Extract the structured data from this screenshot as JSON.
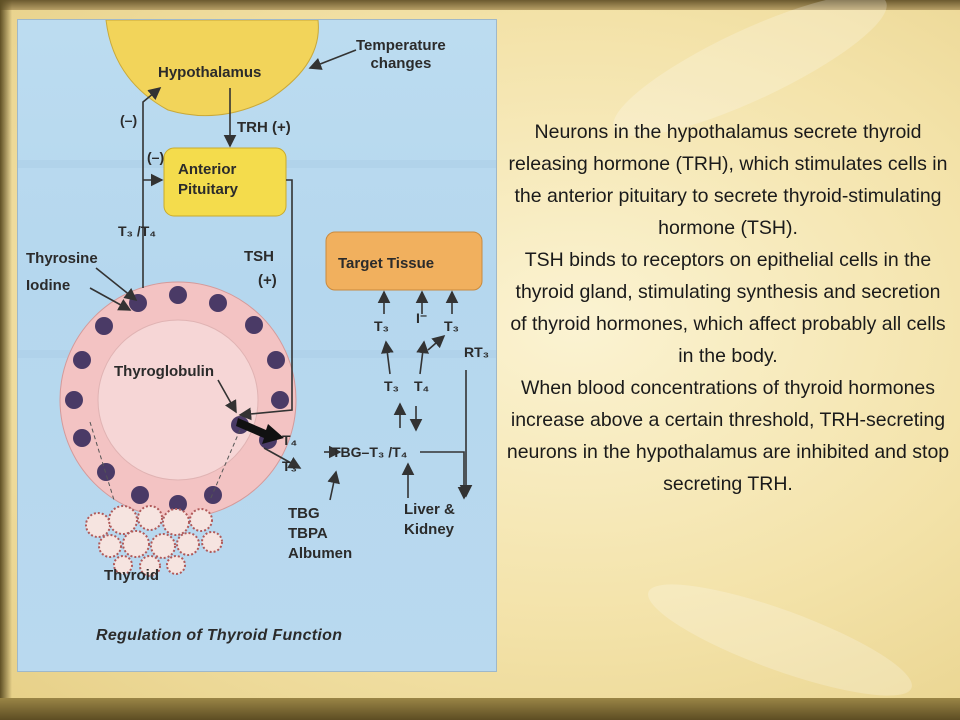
{
  "figure": {
    "hypothalamus": "Hypothalamus",
    "temperature_line1": "Temperature",
    "temperature_line2": "changes",
    "inhib_top": "(–)",
    "trh": "TRH (+)",
    "inhib_mid": "(–)",
    "pituitary_line1": "Anterior",
    "pituitary_line2": "Pituitary",
    "t3t4_top": "T₃ /T₄",
    "tsh": "TSH",
    "tsh_plus": "(+)",
    "thyrosine": "Thyrosine",
    "iodine": "Iodine",
    "target_tissue": "Target Tissue",
    "t3_a": "T₃",
    "i_minus": "I⁻",
    "t3_b": "T₃",
    "rt3": "RT₃",
    "t3_c": "T₃",
    "t4_c": "T₄",
    "thyroglobulin": "Thyroglobulin",
    "t4_out": "T₄",
    "t3_out": "T₃",
    "tbg_complex": "TBG–T₃ /T₄",
    "tbg": "TBG",
    "tbpa": "TBPA",
    "albumen": "Albumen",
    "liver_line1": "Liver &",
    "liver_line2": "Kidney",
    "thyroid": "Thyroid",
    "title": "Regulation of Thyroid Function"
  },
  "caption": {
    "p1": "Neurons in the hypothalamus secrete thyroid releasing hormone (TRH), which stimulates cells in the anterior pituitary to secrete thyroid-stimulating hormone (TSH).",
    "p2": "TSH binds to receptors on epithelial cells in the thyroid gland, stimulating synthesis and secretion of thyroid hormones, which affect probably all cells in the body.",
    "p3": "When blood concentrations of thyroid hormones increase above a certain threshold, TRH-secreting neurons in the hypothalamus are inhibited and stop secreting TRH."
  },
  "colors": {
    "hypothalamus": "#f2d45a",
    "pituitary": "#f4dc4c",
    "target_tissue": "#f1b05e",
    "follicle": "#f3c3c3",
    "nuclei": "#4a3a66"
  }
}
